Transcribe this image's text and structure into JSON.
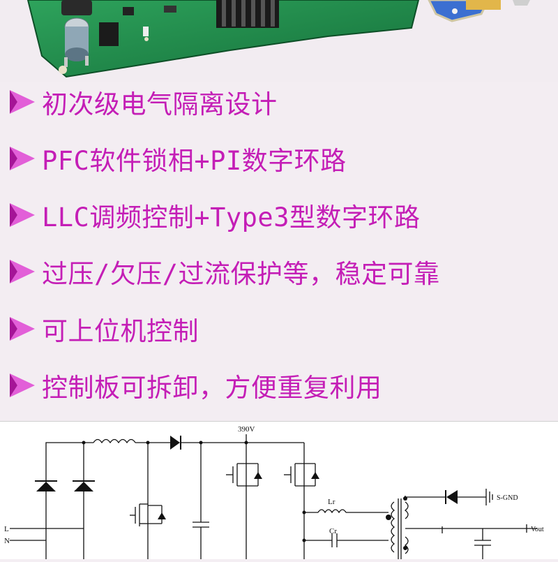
{
  "features": [
    {
      "text": "初次级电气隔离设计"
    },
    {
      "text": "PFC软件锁相+PI数字环路"
    },
    {
      "text": "LLC调频控制+Type3型数字环路"
    },
    {
      "text": "过压/欠压/过流保护等，稳定可靠"
    },
    {
      "text": "可上位机控制"
    },
    {
      "text": "控制板可拆卸，方便重复利用"
    }
  ],
  "schematic": {
    "bus_voltage": "390V",
    "input_l": "L",
    "input_n": "N",
    "resonant_inductor": "Lr",
    "resonant_capacitor": "Cr",
    "secondary_ground": "S-GND",
    "output": "Vout"
  },
  "colors": {
    "accent": "#c41eb6",
    "pcb": "#1f8a4a"
  }
}
